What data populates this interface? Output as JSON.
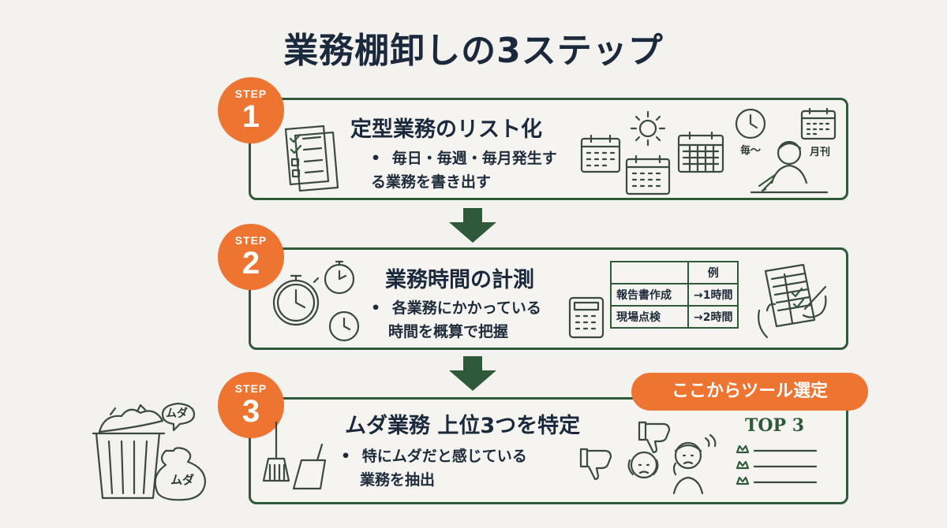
{
  "title": "業務棚卸しの3ステップ",
  "steps": [
    {
      "badge_label": "STEP",
      "number": "1",
      "title": "定型業務のリスト化",
      "bullet": "•",
      "desc_line1": "毎日・毎週・毎月発生す",
      "desc_line2": "る業務を書き出す",
      "illustration_labels": [
        "毎〜",
        "月刊"
      ],
      "icons": [
        "checklist-icon",
        "calendar-icon",
        "sun-icon",
        "clock-icon",
        "person-writing-icon"
      ]
    },
    {
      "badge_label": "STEP",
      "number": "2",
      "title": "業務時間の計測",
      "bullet": "•",
      "desc_line1": "各業務にかかっている",
      "desc_line2": "時間を概算で把握",
      "table": {
        "header": [
          "",
          "例"
        ],
        "rows": [
          [
            "報告書作成",
            "→1時間"
          ],
          [
            "現場点検",
            "→2時間"
          ]
        ]
      },
      "icons": [
        "stopwatch-icon",
        "clock-icon",
        "calculator-icon",
        "hand-writing-icon"
      ]
    },
    {
      "badge_label": "STEP",
      "number": "3",
      "title": "ムダ業務 上位3つを特定",
      "bullet": "•",
      "desc_line1": "特にムダだと感じている",
      "desc_line2": "業務を抽出",
      "callout": "ここからツール選定",
      "top_label": "TOP 3",
      "icons": [
        "broom-icon",
        "dustpan-icon",
        "thumbs-down-icon",
        "worried-person-icon",
        "checklist-crown-icon"
      ]
    }
  ],
  "trash_labels": [
    "ムダ",
    "ムダ"
  ],
  "colors": {
    "accent_orange": "#ee7431",
    "border_green": "#2f5a3a",
    "title_navy": "#1a2a3c",
    "background": "#f3f2ee"
  }
}
